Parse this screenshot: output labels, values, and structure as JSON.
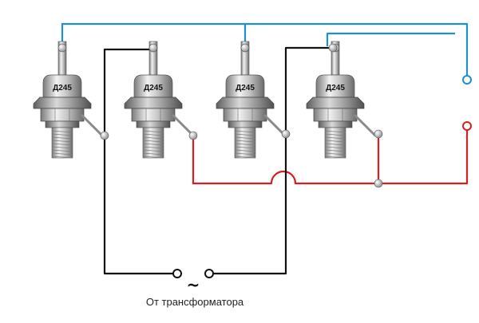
{
  "diagram": {
    "diodes": [
      {
        "label": "Д245"
      },
      {
        "label": "Д245"
      },
      {
        "label": "Д245"
      },
      {
        "label": "Д245"
      }
    ],
    "source_label": "От трансформатора",
    "ac_symbol": "~",
    "colors": {
      "positive_wire": "#1e8fd6",
      "negative_wire": "#d62020",
      "ac_wire": "#111111",
      "terminal_positive": "#1e8fd6",
      "terminal_negative": "#d62020"
    }
  }
}
